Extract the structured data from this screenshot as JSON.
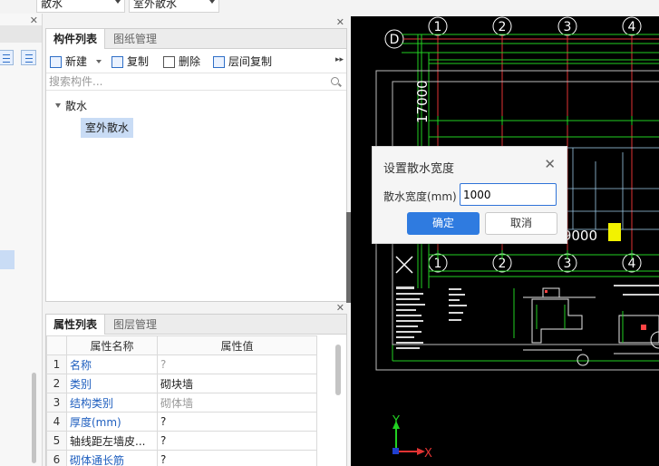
{
  "top_selects": {
    "layer_value": "散水",
    "component_value": "室外散水"
  },
  "component_panel": {
    "tabs": [
      "构件列表",
      "图纸管理"
    ],
    "toolbar": {
      "new_label": "新建",
      "copy_label": "复制",
      "delete_label": "删除",
      "floor_copy_label": "层间复制"
    },
    "search_placeholder": "搜索构件...",
    "tree": {
      "root_label": "散水",
      "child_label": "室外散水"
    }
  },
  "property_panel": {
    "tabs": [
      "属性列表",
      "图层管理"
    ],
    "columns": [
      "属性名称",
      "属性值"
    ],
    "rows": [
      {
        "index": "1",
        "name": "名称",
        "value": "?"
      },
      {
        "index": "2",
        "name": "类别",
        "value": "砌块墙"
      },
      {
        "index": "3",
        "name": "结构类别",
        "value": "砌体墙"
      },
      {
        "index": "4",
        "name": "厚度(mm)",
        "value": "?"
      },
      {
        "index": "5",
        "name": "轴线距左墙皮...",
        "value": "?"
      },
      {
        "index": "6",
        "name": "砌体通长筋",
        "value": "?"
      }
    ]
  },
  "dialog": {
    "title": "设置散水宽度",
    "field_label": "散水宽度(mm)",
    "field_value": "1000",
    "ok_label": "确定",
    "cancel_label": "取消"
  },
  "cad": {
    "axis_top": [
      "1",
      "2",
      "3",
      "4"
    ],
    "axis_bottom": [
      "1",
      "2",
      "3",
      "4"
    ],
    "axis_left": "D",
    "dimension_vertical": "17000",
    "dimension_inner": "9000",
    "ucs_x": "X",
    "ucs_y": "Y"
  },
  "colors": {
    "accent": "#2f7be0",
    "cad_background": "#000000",
    "cad_line_green": "#22d122",
    "cad_line_red": "#e23333",
    "cad_yellow": "#f2f200"
  }
}
